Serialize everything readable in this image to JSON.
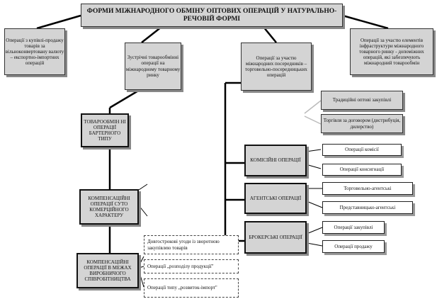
{
  "title": "ФОРМИ МІЖНАРОДНОГО ОБМІНУ ОПТОВИХ ОПЕРАЦІЙ  У НАТУРАЛЬНО-РЕЧОВІЙ ФОРМІ",
  "top_left": "Операції з купівлі-продажу товарів за вільноконвертовану валюту – експортно-імпортних операцій",
  "top_center_left": "Зустрічні товарообмінні операції на міжнародному товарному ринку",
  "top_center_right": "Операції за участю міжнародних посередників – торговельно-посередницьких операцій",
  "top_right": "Операції за участю елементів інфраструктури міжнародного товарного ринку - допоміжних операцій, які забезпечують міжнародний товарообмін",
  "left_column": {
    "barter": "ТОВАРООБМІН НІ ОПЕРАЦІЇ БАРТЕРНОГО ТИПУ",
    "commercial": "КОМПЕНСАЦІЙНІ ОПЕРАЦІЇ СУТО КОМЕРЦІЙНОГО ХАРАКТЕРУ",
    "cooperation": "КОМПЕНСАЦІЙНІ ОПЕРАЦІЇ В МЕЖАХ ВИРОБНИЧОГО СПІВРОБІТНИЦТВА",
    "dashed_items": [
      "Довгострокові угоди із зворотною закупівлею товарів",
      "Операції „розподілу продукції\"",
      "Операції типу „розвиток-імпорт\""
    ]
  },
  "right_column": {
    "traditional": "Традиційні оптові закупівлі",
    "contract": "Торгівля за договором (дистрибуція, дилерство)",
    "commission": "КОМІСІЙНІ ОПЕРАЦІЇ",
    "commission_items": [
      "Операції комісії",
      "Операції консигнації"
    ],
    "agency": "АГЕНТСЬКІ ОПЕРАЦІЇ",
    "agency_items": [
      "Торговельно-агентські",
      "Представницько-агентські"
    ],
    "broker": "БРОКЕРСЬКІ ОПЕРАЦІЇ",
    "broker_items": [
      "Операції закупівлі",
      "Операції продажу"
    ]
  }
}
